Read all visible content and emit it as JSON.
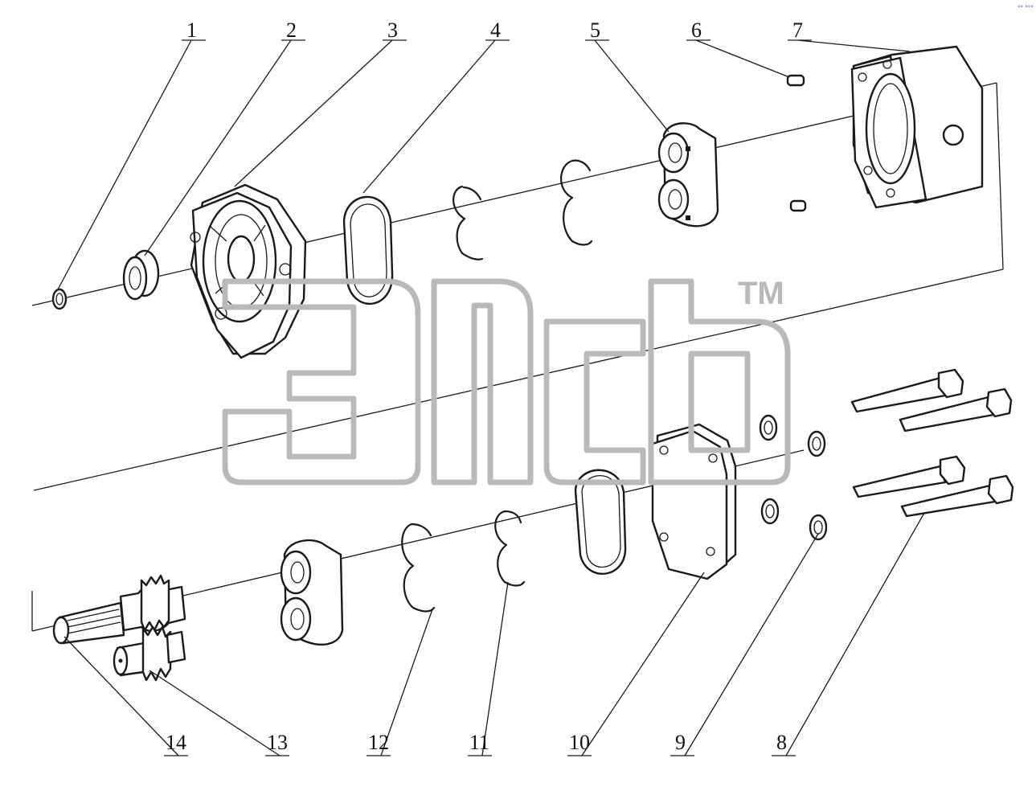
{
  "callouts": [
    "1",
    "2",
    "3",
    "4",
    "5",
    "6",
    "7",
    "8",
    "9",
    "10",
    "11",
    "12",
    "13",
    "14"
  ],
  "watermark": {
    "trademark": "TM"
  },
  "corner_mark": "°° °°°"
}
